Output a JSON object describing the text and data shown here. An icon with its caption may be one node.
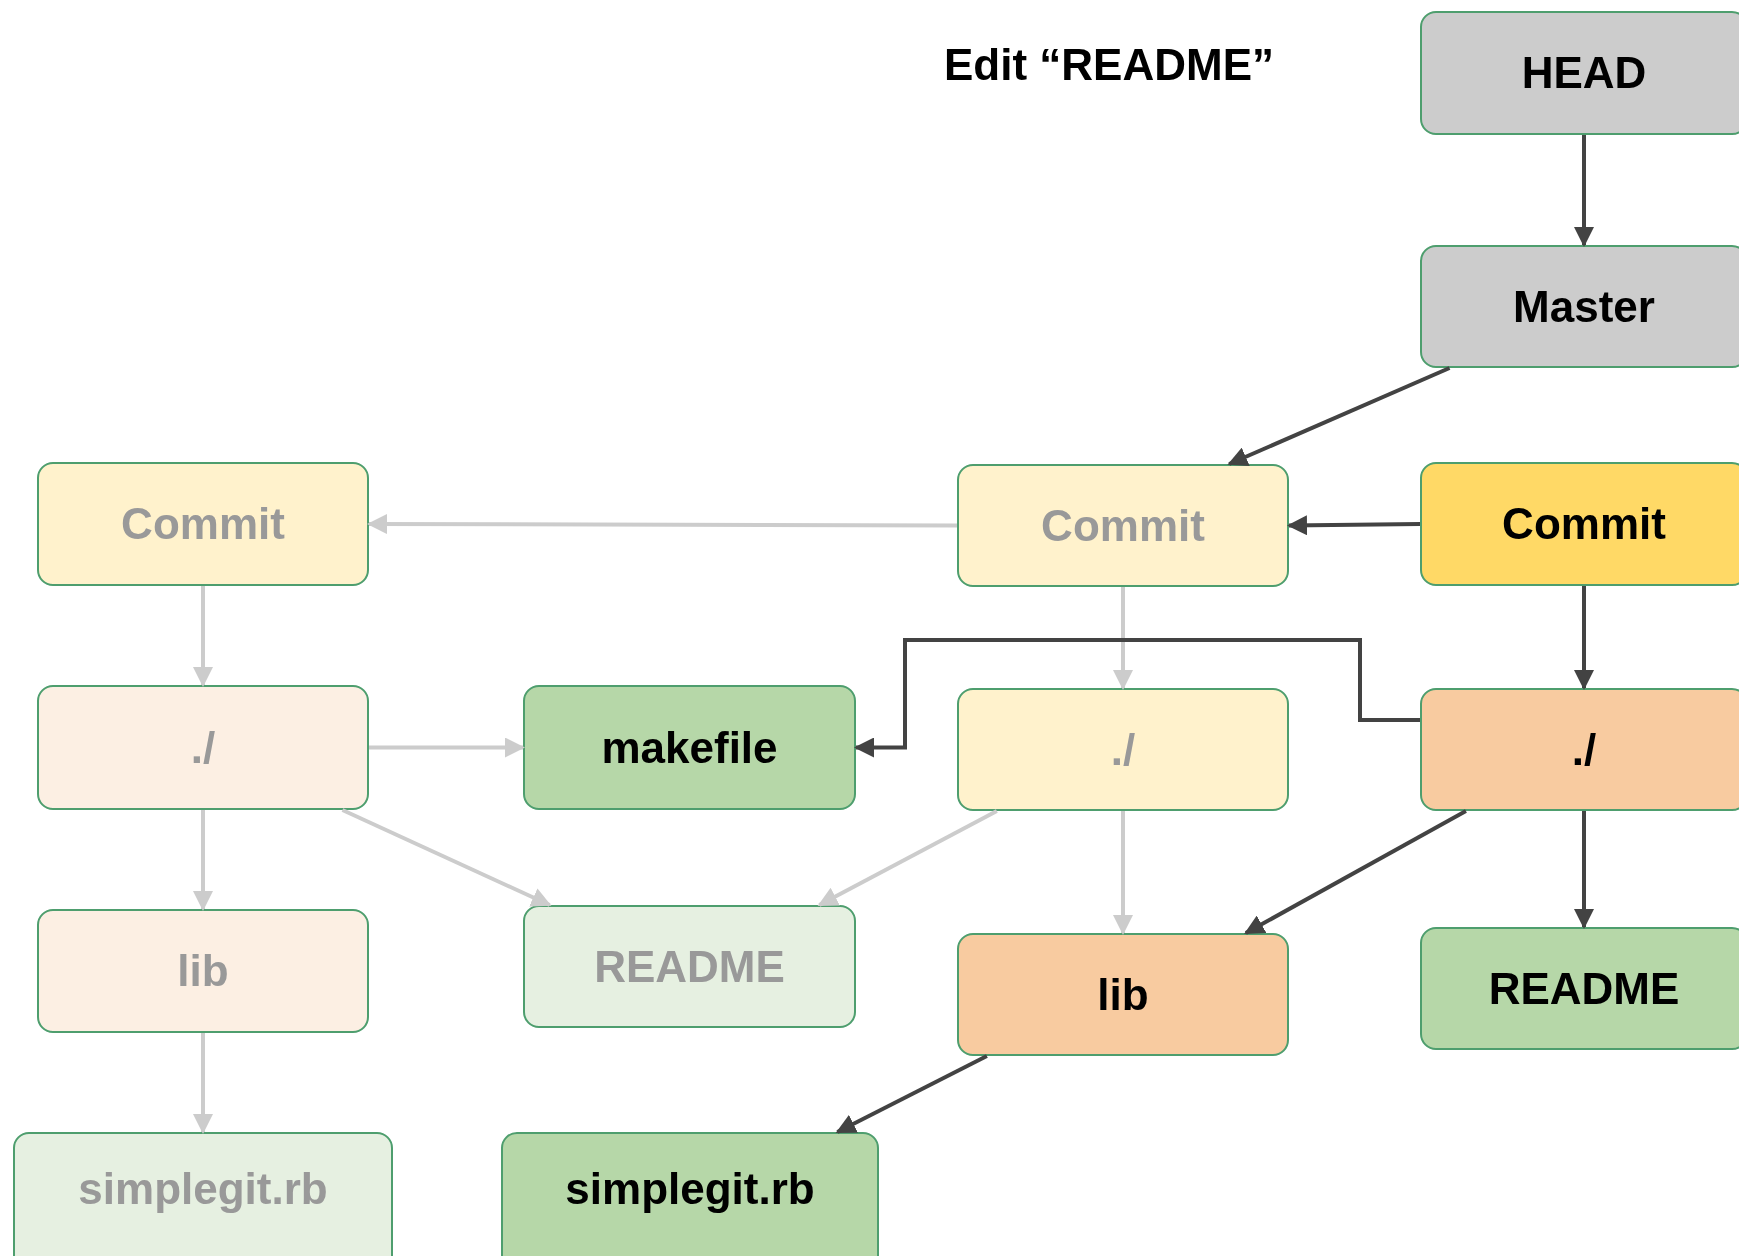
{
  "diagram": {
    "nodes": [
      {
        "text": [
          "HEAD"
        ]
      },
      {
        "text": [
          "Master"
        ]
      },
      {
        "text": [
          "Commit"
        ]
      },
      {
        "text": [
          "Commit"
        ]
      },
      {
        "text": [
          "Commit"
        ]
      },
      {
        "text": [
          "./"
        ]
      },
      {
        "text": [
          "makefile"
        ]
      },
      {
        "text": [
          "./"
        ]
      },
      {
        "text": [
          "./"
        ]
      },
      {
        "text": [
          "lib"
        ]
      },
      {
        "text": [
          "README"
        ]
      },
      {
        "text": [
          "lib"
        ]
      },
      {
        "text": [
          "README"
        ]
      },
      {
        "text": [
          "simplegit.rb"
        ]
      },
      {
        "text": [
          "simplegit.rb"
        ]
      }
    ],
    "edges": [
      {
        "from": 0,
        "to": 1,
        "arrow": "to",
        "color": "#434343"
      },
      {
        "from": 1,
        "to": 3,
        "arrow": "to",
        "color": "#434343"
      },
      {
        "from": 3,
        "to": 2,
        "arrow": "to"
      },
      {
        "from": 4,
        "to": 3,
        "arrow": "to",
        "color": "#434343"
      },
      {
        "from": 2,
        "to": 5,
        "arrow": "to"
      },
      {
        "from": 3,
        "to": 7,
        "arrow": "to"
      },
      {
        "from": 4,
        "to": 8,
        "arrow": "to",
        "color": "#434343"
      },
      {
        "from": 5,
        "to": 6,
        "arrow": "to"
      },
      {
        "from": 8,
        "to": 6,
        "arrow": "to",
        "color": "#434343"
      },
      {
        "from": 5,
        "to": 9,
        "arrow": "to"
      },
      {
        "from": 5,
        "to": 10,
        "arrow": "to"
      },
      {
        "from": 7,
        "to": 10,
        "arrow": "to"
      },
      {
        "from": 7,
        "to": 11,
        "arrow": "to"
      },
      {
        "from": 8,
        "to": 11,
        "arrow": "to",
        "color": "#434343"
      },
      {
        "from": 8,
        "to": 12,
        "arrow": "to",
        "color": "#434343"
      },
      {
        "from": 9,
        "to": 13,
        "arrow": "to"
      },
      {
        "from": 11,
        "to": 14,
        "arrow": "to",
        "color": "#434343"
      }
    ],
    "labels": [
      "Edit “README”"
    ]
  }
}
